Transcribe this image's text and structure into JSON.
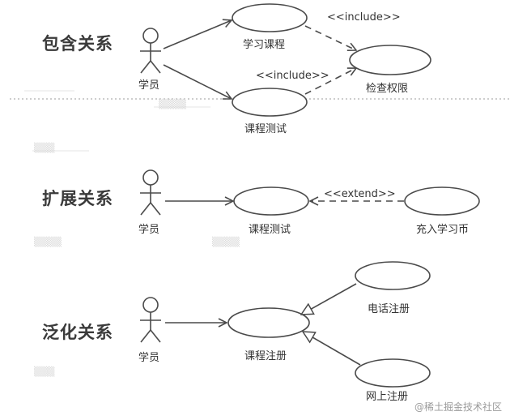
{
  "sections": [
    {
      "title": "包含关系",
      "actor": "学员",
      "use_cases": [
        "学习课程",
        "课程测试",
        "检查权限"
      ],
      "relations": [
        "<<include>>",
        "<<include>>"
      ]
    },
    {
      "title": "扩展关系",
      "actor": "学员",
      "use_cases": [
        "课程测试",
        "充入学习币"
      ],
      "relations": [
        "<<extend>>"
      ]
    },
    {
      "title": "泛化关系",
      "actor": "学员",
      "use_cases": [
        "课程注册",
        "电话注册",
        "网上注册"
      ]
    }
  ],
  "watermark": "@稀土掘金技术社区",
  "colors": {
    "line": "#4a4a4a",
    "text": "#333333",
    "title": "#3a3a3a",
    "background": "#ffffff"
  }
}
